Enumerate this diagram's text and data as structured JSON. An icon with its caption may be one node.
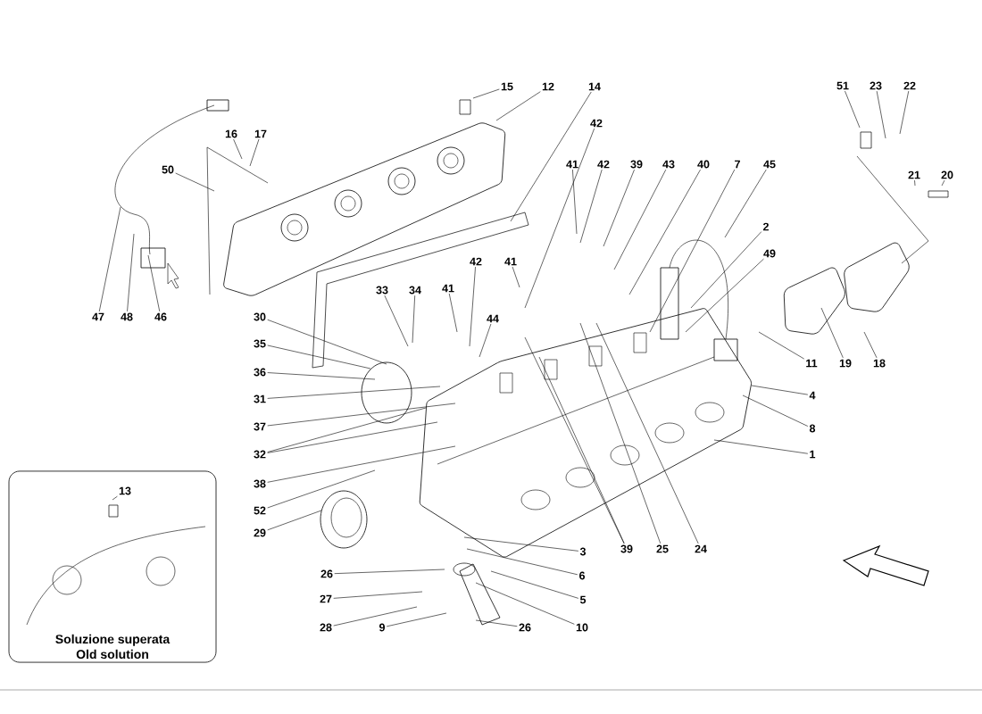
{
  "diagram": {
    "nodes": [
      {
        "text": [
          "15"
        ]
      },
      {
        "text": [
          "12"
        ]
      },
      {
        "text": [
          "14"
        ]
      },
      {
        "text": [
          "51"
        ]
      },
      {
        "text": [
          "23"
        ]
      },
      {
        "text": [
          "22"
        ]
      },
      {
        "text": [
          "42"
        ]
      },
      {
        "text": [
          "16"
        ]
      },
      {
        "text": [
          "17"
        ]
      },
      {
        "text": [
          "41"
        ]
      },
      {
        "text": [
          "42"
        ]
      },
      {
        "text": [
          "39"
        ]
      },
      {
        "text": [
          "43"
        ]
      },
      {
        "text": [
          "40"
        ]
      },
      {
        "text": [
          "7"
        ]
      },
      {
        "text": [
          "45"
        ]
      },
      {
        "text": [
          "50"
        ]
      },
      {
        "text": [
          "21"
        ]
      },
      {
        "text": [
          "20"
        ]
      },
      {
        "text": [
          "2"
        ]
      },
      {
        "text": [
          "49"
        ]
      },
      {
        "text": [
          "42"
        ]
      },
      {
        "text": [
          "41"
        ]
      },
      {
        "text": [
          "33"
        ]
      },
      {
        "text": [
          "34"
        ]
      },
      {
        "text": [
          "41"
        ]
      },
      {
        "text": [
          "47"
        ]
      },
      {
        "text": [
          "48"
        ]
      },
      {
        "text": [
          "46"
        ]
      },
      {
        "text": [
          "30"
        ]
      },
      {
        "text": [
          "44"
        ]
      },
      {
        "text": [
          "35"
        ]
      },
      {
        "text": [
          "11"
        ]
      },
      {
        "text": [
          "19"
        ]
      },
      {
        "text": [
          "18"
        ]
      },
      {
        "text": [
          "36"
        ]
      },
      {
        "text": [
          "4"
        ]
      },
      {
        "text": [
          "31"
        ]
      },
      {
        "text": [
          "37"
        ]
      },
      {
        "text": [
          "8"
        ]
      },
      {
        "text": [
          "32"
        ]
      },
      {
        "text": [
          "1"
        ]
      },
      {
        "text": [
          "38"
        ]
      },
      {
        "text": [
          "52"
        ]
      },
      {
        "text": [
          "29"
        ]
      },
      {
        "text": [
          "39"
        ]
      },
      {
        "text": [
          "25"
        ]
      },
      {
        "text": [
          "24"
        ]
      },
      {
        "text": [
          "3"
        ]
      },
      {
        "text": [
          "26"
        ]
      },
      {
        "text": [
          "6"
        ]
      },
      {
        "text": [
          "27"
        ]
      },
      {
        "text": [
          "5"
        ]
      },
      {
        "text": [
          "28"
        ]
      },
      {
        "text": [
          "9"
        ]
      },
      {
        "text": [
          "26"
        ]
      },
      {
        "text": [
          "10"
        ]
      },
      {
        "text": [
          "Soluzione superata",
          "Old solution"
        ]
      },
      {
        "text": [
          "13"
        ],
        "in": 57
      }
    ],
    "edges": [
      {
        "from": 0,
        "to": null,
        "arrow": "none"
      },
      {
        "from": 1,
        "to": null,
        "arrow": "none"
      },
      {
        "from": 2,
        "to": null,
        "arrow": "none"
      },
      {
        "from": 3,
        "to": null,
        "arrow": "none"
      },
      {
        "from": 4,
        "to": null,
        "arrow": "none"
      },
      {
        "from": 5,
        "to": null,
        "arrow": "none"
      },
      {
        "from": 6,
        "to": null,
        "arrow": "none"
      },
      {
        "from": 7,
        "to": null,
        "arrow": "none"
      },
      {
        "from": 8,
        "to": null,
        "arrow": "none"
      },
      {
        "from": 9,
        "to": null,
        "arrow": "none"
      },
      {
        "from": 10,
        "to": null,
        "arrow": "none"
      },
      {
        "from": 11,
        "to": null,
        "arrow": "none"
      },
      {
        "from": 12,
        "to": null,
        "arrow": "none"
      },
      {
        "from": 13,
        "to": null,
        "arrow": "none"
      },
      {
        "from": 14,
        "to": null,
        "arrow": "none"
      },
      {
        "from": 15,
        "to": null,
        "arrow": "none"
      },
      {
        "from": 16,
        "to": null,
        "arrow": "none"
      },
      {
        "from": 17,
        "to": null,
        "arrow": "none"
      },
      {
        "from": 18,
        "to": null,
        "arrow": "none"
      },
      {
        "from": 19,
        "to": null,
        "arrow": "none"
      },
      {
        "from": 20,
        "to": null,
        "arrow": "none"
      },
      {
        "from": 21,
        "to": null,
        "arrow": "none"
      },
      {
        "from": 22,
        "to": null,
        "arrow": "none"
      },
      {
        "from": 23,
        "to": null,
        "arrow": "none"
      },
      {
        "from": 24,
        "to": null,
        "arrow": "none"
      },
      {
        "from": 25,
        "to": null,
        "arrow": "none"
      },
      {
        "from": 26,
        "to": null,
        "arrow": "none"
      },
      {
        "from": 27,
        "to": null,
        "arrow": "none"
      },
      {
        "from": 28,
        "to": null,
        "arrow": "none"
      },
      {
        "from": 29,
        "to": null,
        "arrow": "none"
      },
      {
        "from": 30,
        "to": null,
        "arrow": "none"
      },
      {
        "from": 31,
        "to": null,
        "arrow": "none"
      },
      {
        "from": 32,
        "to": null,
        "arrow": "none"
      },
      {
        "from": 33,
        "to": null,
        "arrow": "none"
      },
      {
        "from": 34,
        "to": null,
        "arrow": "none"
      },
      {
        "from": 35,
        "to": null,
        "arrow": "none"
      },
      {
        "from": 36,
        "to": null,
        "arrow": "none"
      },
      {
        "from": 37,
        "to": null,
        "arrow": "none"
      },
      {
        "from": 38,
        "to": null,
        "arrow": "none"
      },
      {
        "from": 39,
        "to": null,
        "arrow": "none"
      },
      {
        "from": 40,
        "to": null,
        "arrow": "none"
      },
      {
        "from": 40,
        "to": null,
        "arrow": "none"
      },
      {
        "from": 41,
        "to": null,
        "arrow": "none"
      },
      {
        "from": 42,
        "to": null,
        "arrow": "none"
      },
      {
        "from": 43,
        "to": null,
        "arrow": "none"
      },
      {
        "from": 44,
        "to": null,
        "arrow": "none"
      },
      {
        "from": 45,
        "to": null,
        "arrow": "none"
      },
      {
        "from": 45,
        "to": null,
        "arrow": "none"
      },
      {
        "from": 46,
        "to": null,
        "arrow": "none"
      },
      {
        "from": 47,
        "to": null,
        "arrow": "none"
      },
      {
        "from": 48,
        "to": null,
        "arrow": "none"
      },
      {
        "from": 49,
        "to": null,
        "arrow": "none"
      },
      {
        "from": 50,
        "to": null,
        "arrow": "none"
      },
      {
        "from": 51,
        "to": null,
        "arrow": "none"
      },
      {
        "from": 52,
        "to": null,
        "arrow": "none"
      },
      {
        "from": 53,
        "to": null,
        "arrow": "none"
      },
      {
        "from": 54,
        "to": null,
        "arrow": "none"
      },
      {
        "from": 55,
        "to": null,
        "arrow": "none"
      },
      {
        "from": 56,
        "to": null,
        "arrow": "none"
      },
      {
        "from": 58,
        "to": null,
        "arrow": "none"
      }
    ]
  }
}
